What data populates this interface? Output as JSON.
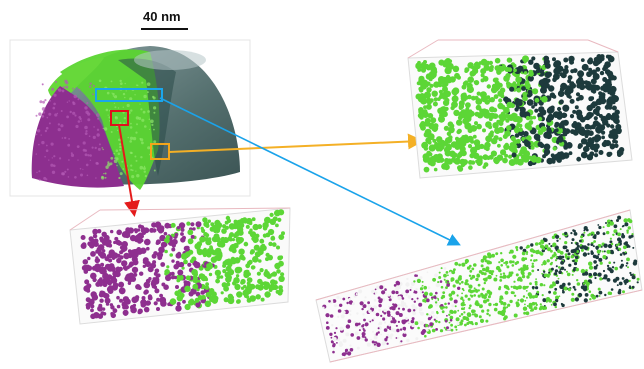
{
  "scale_bar": {
    "label": "40 nm"
  },
  "colors": {
    "phase_green": "#5cd636",
    "phase_dark": "#1d3a3c",
    "phase_purple": "#8e2f8f",
    "box_blue": "#1aa6ec",
    "box_red": "#e0101c",
    "box_orange": "#f3a51a",
    "arrow_red": "#e41b1b",
    "arrow_orange": "#f4b026",
    "arrow_blue": "#1aa3ea"
  },
  "insets": [
    {
      "id": "top-right",
      "phases": [
        "green",
        "dark"
      ],
      "source_box": "orange"
    },
    {
      "id": "bottom-left",
      "phases": [
        "purple",
        "green"
      ],
      "source_box": "red"
    },
    {
      "id": "bottom-right",
      "phases": [
        "purple",
        "green",
        "dark"
      ],
      "source_box": "blue"
    }
  ]
}
